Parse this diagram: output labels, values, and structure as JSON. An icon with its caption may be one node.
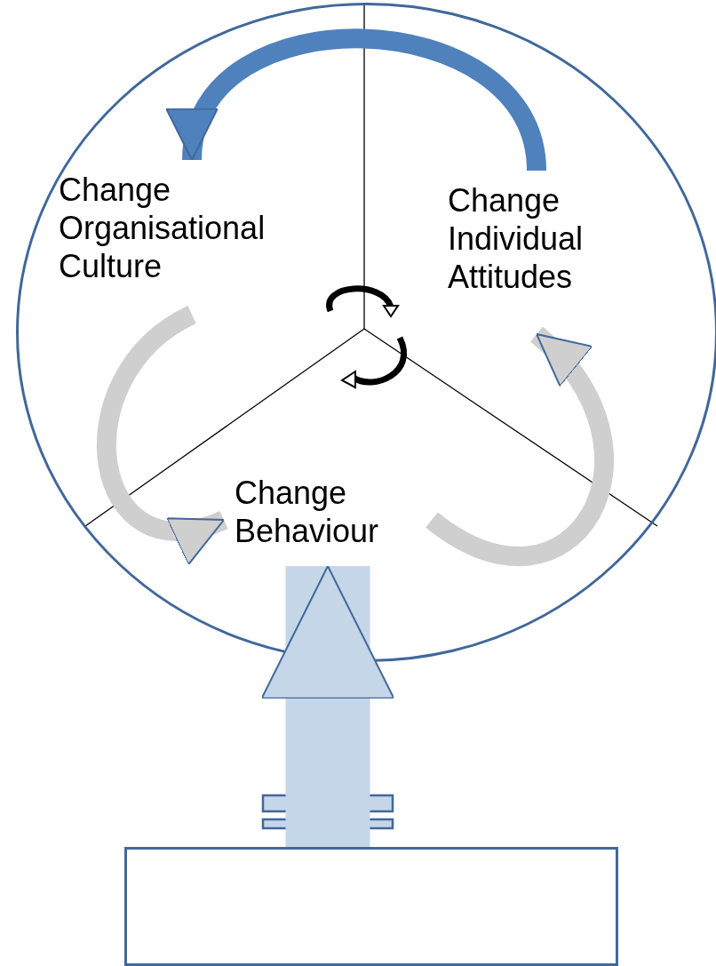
{
  "diagram": {
    "nodes": [
      {
        "text": [],
        "shape": "circle"
      },
      {
        "text": [
          "Change Organisational Culture"
        ],
        "in": 0
      },
      {
        "text": [
          "Change Individual Attitudes"
        ],
        "in": 0
      },
      {
        "text": [
          "Change Behaviour"
        ],
        "in": 0
      },
      {
        "text": [],
        "shape": "box"
      }
    ],
    "edges": [
      {
        "from": 2,
        "to": 1,
        "arrow": "to",
        "color": "#4f81bd"
      },
      {
        "from": 1,
        "to": 3,
        "arrow": "to"
      },
      {
        "from": 3,
        "to": 2,
        "arrow": "to"
      },
      {
        "from": 4,
        "to": 3,
        "arrow": "to",
        "style": "thick",
        "color": "#c5d6e8"
      }
    ]
  }
}
